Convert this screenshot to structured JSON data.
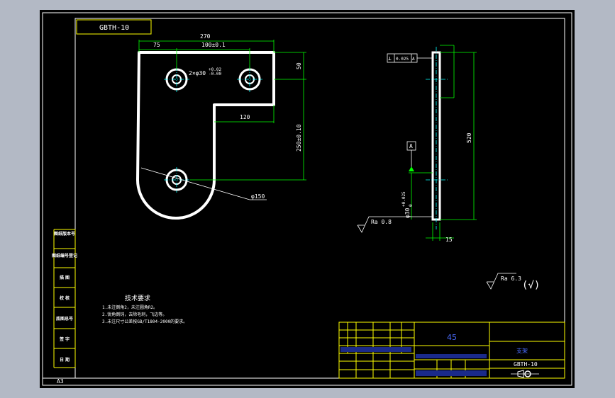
{
  "drawing": {
    "title_box": "GBTH-10",
    "sheet_size": "A3",
    "part_name_hint": "支架",
    "part_code": "GBTH-10",
    "material": "45"
  },
  "dimensions": {
    "overall_width": "270",
    "left_offset": "75",
    "hole_spacing": "100±0.1",
    "top_height": "50",
    "inner_length": "120",
    "vertical_span": "250±0.10",
    "radius": "φ150",
    "hole_note": "2×φ30",
    "hole_tol_upper": "+0.02",
    "hole_tol_lower": "-0.00",
    "side_length": "520",
    "thickness": "15",
    "side_hole": "φ30",
    "side_hole_tol": "+0.025",
    "side_hole_tol_lower": "0",
    "flatness": "0.025",
    "datum": "A"
  },
  "surface_finish": {
    "local": "Ra 0.8",
    "general": "Ra 6.3",
    "general_symbol": "(√)"
  },
  "tech_requirements": {
    "heading": "技术要求",
    "lines": [
      "1.未注倒角2，未注圆角R2。",
      "2.锐角倒钝，去除毛刺，飞边等。",
      "3.未注尺寸公差按GB/T1804-2000的要求。"
    ]
  },
  "side_labels": [
    "图纸版本号",
    "图纸编号登记",
    "描 图",
    "校 核",
    "底图总号",
    "签 字",
    "日 期"
  ]
}
